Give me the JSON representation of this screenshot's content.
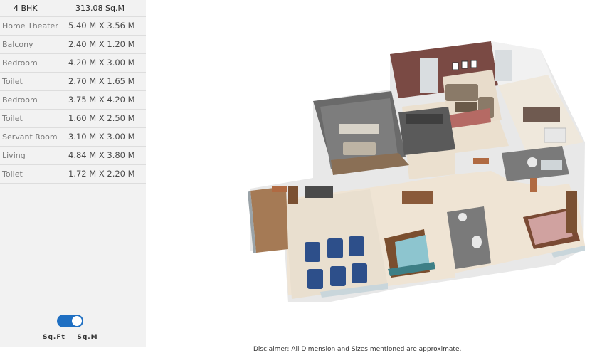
{
  "header": {
    "type": "4 BHK",
    "total_area": "313.08 Sq.M"
  },
  "rooms": [
    {
      "name": "Home Theater",
      "size": "5.40 M X 3.56 M"
    },
    {
      "name": "Balcony",
      "size": "2.40 M X 1.20 M"
    },
    {
      "name": "Bedroom",
      "size": "4.20 M X 3.00 M"
    },
    {
      "name": "Toilet",
      "size": "2.70 M X 1.65 M"
    },
    {
      "name": "Bedroom",
      "size": "3.75 M X 4.20 M"
    },
    {
      "name": "Toilet",
      "size": "1.60 M X 2.50 M"
    },
    {
      "name": "Servant Room",
      "size": "3.10 M X 3.00 M"
    },
    {
      "name": "Living",
      "size": "4.84 M X 3.80 M"
    },
    {
      "name": "Toilet",
      "size": "1.72 M X 2.20 M"
    }
  ],
  "unit_toggle": {
    "left_label": "Sq.Ft",
    "right_label": "Sq.M",
    "selected": "Sq.M",
    "accent": "#1f6fc2"
  },
  "disclaimer": "Disclaimer: All Dimension and Sizes mentioned are approximate."
}
